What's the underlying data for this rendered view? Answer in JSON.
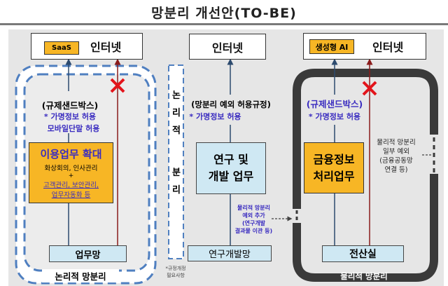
{
  "title": "망분리 개선안(TO-BE)",
  "left": {
    "saas": "SaaS",
    "internet": "인터넷",
    "sandbox": "(규제샌드박스)",
    "note1": "* 가명정보 허용",
    "note2": "모바일단말 허용",
    "box_title": "이용업무 확대",
    "box_l1": "화상회의, 인사관리",
    "box_plus": "+",
    "box_l2": "고객관리, 보안관리,",
    "box_l3": "업무자동화 등",
    "network": "업무망",
    "label": "논리적 망분리"
  },
  "middle": {
    "vertical": [
      "논",
      "리",
      "적",
      "분",
      "리"
    ],
    "footnote1": "*규정개정",
    "footnote2": "필요사항",
    "internet": "인터넷",
    "rule": "(망분리 예외 허용규정)",
    "note1": "* 가명정보 허용",
    "box_l1": "연구 및",
    "box_l2": "개발 업무",
    "exc1": "물리적 망분리",
    "exc2": "예외 추가",
    "exc3": "(연구개발",
    "exc4": "결과물 이관 등)",
    "network": "연구개발망"
  },
  "right": {
    "genai": "생성형 AI",
    "internet": "인터넷",
    "sandbox": "(규제샌드박스)",
    "note1": "* 가명정보 허용",
    "box_l1": "금융정보",
    "box_l2": "처리업무",
    "exc1": "물리적 망분리",
    "exc2": "일부 예외",
    "exc3": "(금융공동망",
    "exc4": "연결 등)",
    "network": "전산실",
    "label": "물리적 망분리"
  },
  "colors": {
    "orange": "#f7b625",
    "light_blue": "#cfe8f3",
    "dashed_blue": "#4f7fc0",
    "red": "#e3141b",
    "note_blue": "#3a2cc0"
  }
}
